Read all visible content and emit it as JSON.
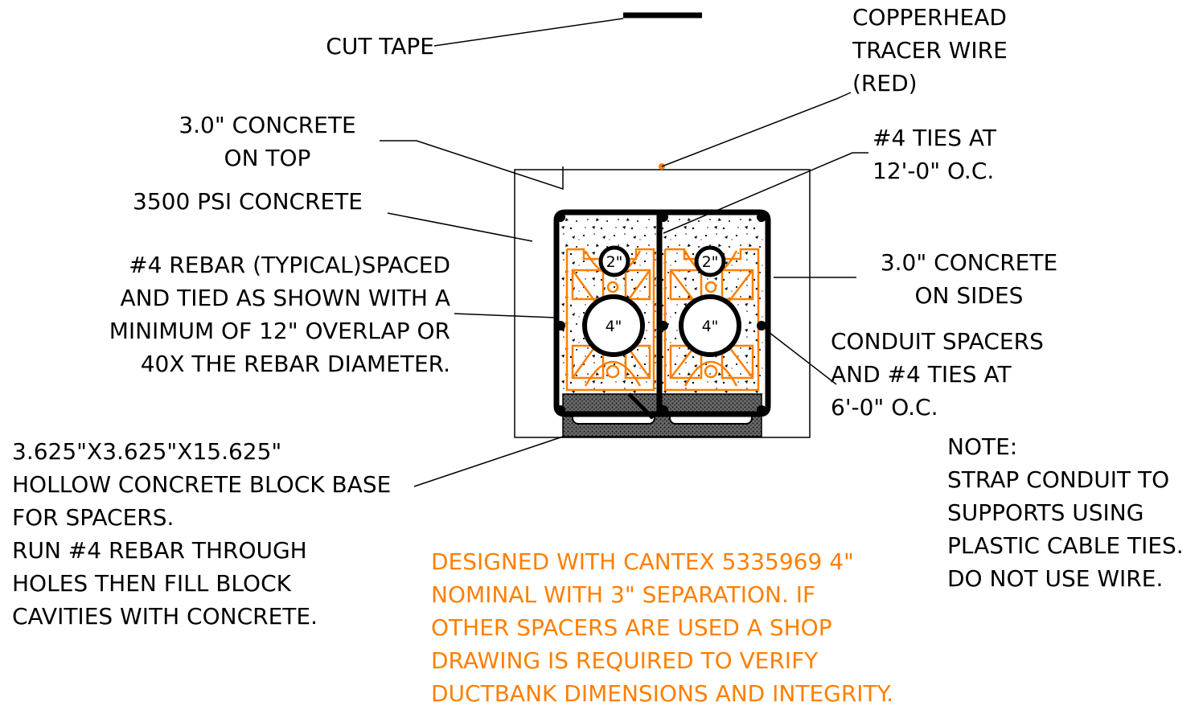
{
  "labels": {
    "cut_tape": "CUT TAPE",
    "tracer_wire": [
      "COPPERHEAD",
      "TRACER WIRE",
      "(RED)"
    ],
    "concrete_top": [
      "3.0\" CONCRETE",
      "ON TOP"
    ],
    "psi_concrete": "3500 PSI CONCRETE",
    "rebar": [
      "#4 REBAR (TYPICAL)SPACED",
      "AND TIED AS SHOWN WITH A",
      "MINIMUM OF 12\" OVERLAP OR",
      "40X THE REBAR DIAMETER."
    ],
    "ties_12": [
      "#4 TIES AT",
      "12'-0\" O.C."
    ],
    "concrete_sides": [
      "3.0\" CONCRETE",
      "ON SIDES"
    ],
    "spacers": [
      "CONDUIT SPACERS",
      "AND #4 TIES AT",
      "6'-0\" O.C."
    ],
    "block_base": [
      "3.625\"X3.625\"X15.625\"",
      "HOLLOW CONCRETE BLOCK BASE",
      "FOR SPACERS.",
      "RUN #4 REBAR THROUGH",
      "HOLES THEN FILL BLOCK",
      "CAVITIES WITH CONCRETE."
    ],
    "note": [
      "NOTE:",
      "STRAP CONDUIT TO",
      "SUPPORTS USING",
      "PLASTIC CABLE TIES.",
      "DO NOT USE WIRE."
    ],
    "designed": [
      "DESIGNED WITH CANTEX 5335969 4\"",
      "NOMINAL WITH 3\" SEPARATION.  IF",
      "OTHER SPACERS ARE USED A SHOP",
      "DRAWING IS REQUIRED TO VERIFY",
      "DUCTBANK DIMENSIONS AND  INTEGRITY."
    ]
  },
  "conduits": {
    "small": "2\"",
    "large": "4\""
  },
  "colors": {
    "line": "#000000",
    "accent": "#ff7f00",
    "block": "#333333"
  }
}
